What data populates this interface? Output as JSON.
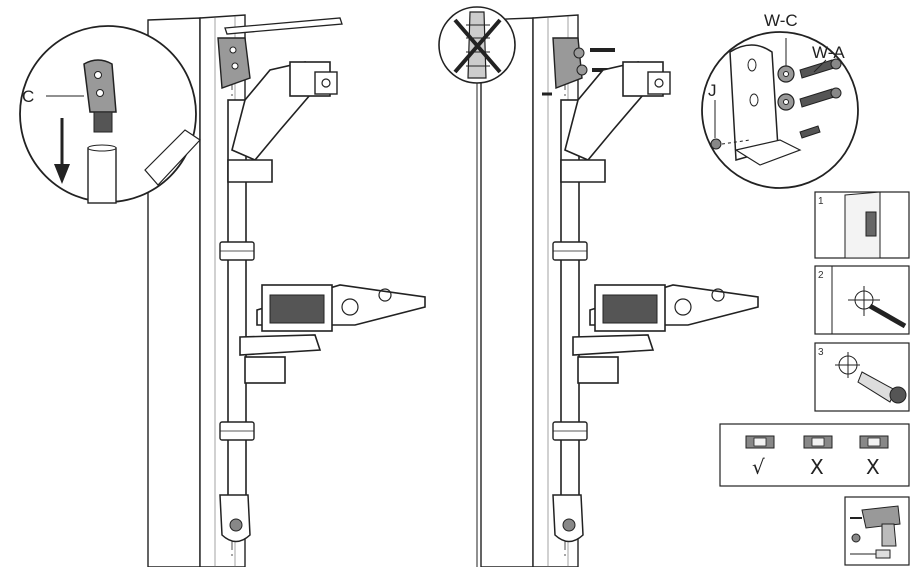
{
  "callouts": {
    "part_c": "C",
    "washer_c": "W-C",
    "washer_a": "W-A",
    "screw_j": "J"
  },
  "steps": [
    "1",
    "2",
    "3"
  ],
  "level_check": {
    "correct": "√",
    "wrong_1": "X",
    "wrong_2": "X"
  },
  "colors": {
    "line": "#222222",
    "grey": "#8c8c8c",
    "light": "#e6e6e6"
  },
  "icons": [
    "pencil-icon",
    "no-wall-anchor-icon",
    "level-icon",
    "power-drill-icon",
    "screw-icon",
    "nut-icon",
    "down-arrow-icon"
  ]
}
